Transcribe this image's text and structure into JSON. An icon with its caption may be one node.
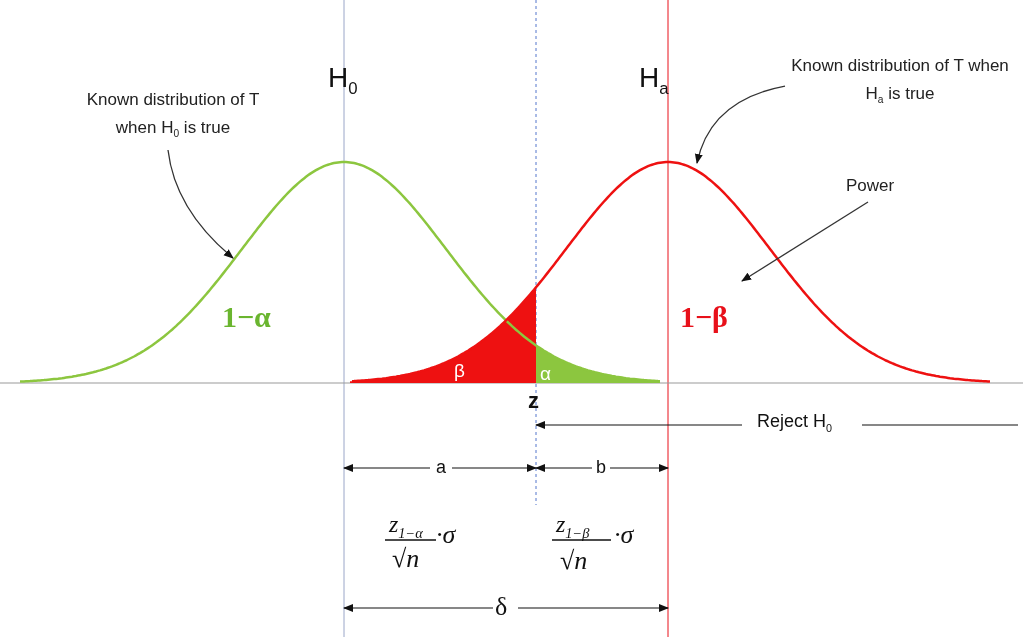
{
  "diagram": {
    "nodes": [
      {
        "text": [
          "Known distribution of T when H$_{0}$ is true"
        ]
      },
      {
        "text": [
          "Known distribution of T when H$_{a}$ is true"
        ]
      },
      {
        "text": [
          "Power"
        ]
      }
    ],
    "edges": [
      {
        "from": 0,
        "to": null,
        "arrow": "to"
      },
      {
        "from": 1,
        "to": null,
        "arrow": "to"
      },
      {
        "from": 2,
        "to": null,
        "arrow": "to"
      }
    ],
    "labels": [
      "H$_{0}$",
      "H$_{a}$",
      "1−α",
      "1−β",
      "β",
      "α",
      "z",
      "Reject H$_{0}$",
      "a",
      "b",
      "z$_{1−α}$",
      "√n",
      "·σ",
      "z$_{1−β}$",
      "√n",
      "·σ",
      "δ"
    ]
  }
}
